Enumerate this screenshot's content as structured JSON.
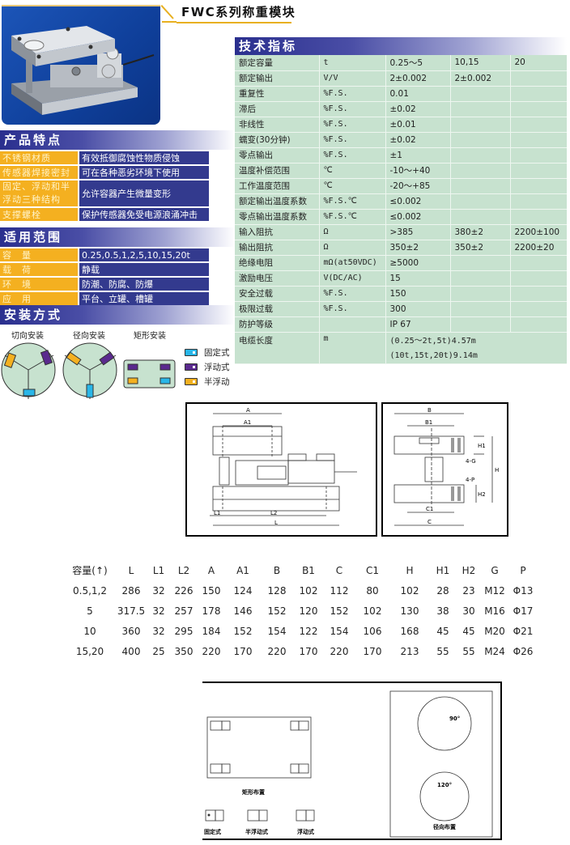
{
  "title": "FWC系列称重模块",
  "photo": {
    "alt": "FWC weighing module product photo"
  },
  "features": {
    "heading": "产品特点",
    "rows": [
      {
        "key": "不锈钢材质",
        "value": "有效抵御腐蚀性物质侵蚀"
      },
      {
        "key": "传感器焊接密封",
        "value": "可在各种恶劣环境下使用"
      },
      {
        "key": "固定、浮动和半浮动三种结构",
        "value": "允许容器产生微量变形"
      },
      {
        "key": "支撑螺栓",
        "value": "保护传感器免受电源浪涌冲击"
      }
    ]
  },
  "scope": {
    "heading": "适用范围",
    "rows": [
      {
        "key": "容　量",
        "value": "0.25,0.5,1,2,5,10,15,20t"
      },
      {
        "key": "载　荷",
        "value": "静载"
      },
      {
        "key": "环　境",
        "value": "防潮、防腐、防爆"
      },
      {
        "key": "应　用",
        "value": "平台、立罐、槽罐"
      }
    ]
  },
  "install": {
    "heading": "安装方式",
    "labels": [
      "切向安装",
      "径向安装",
      "矩形安装"
    ],
    "legend": [
      {
        "label": "固定式",
        "color": "#29b6e8"
      },
      {
        "label": "浮动式",
        "color": "#5a2a8e"
      },
      {
        "label": "半浮动",
        "color": "#f4b020"
      }
    ],
    "colors": {
      "circle_fill": "#c7e2cf",
      "fixed": "#29b6e8",
      "floating": "#5a2a8e",
      "semi": "#f4b020"
    }
  },
  "specs": {
    "heading": "技术指标",
    "rows": [
      [
        "额定容量",
        "t",
        "0.25～5",
        "10,15",
        "20"
      ],
      [
        "额定输出",
        "V/V",
        "2±0.002",
        "2±0.002",
        ""
      ],
      [
        "重复性",
        "%F.S.",
        "0.01",
        "",
        ""
      ],
      [
        "滞后",
        "%F.S.",
        "±0.02",
        "",
        ""
      ],
      [
        "非线性",
        "%F.S.",
        "±0.01",
        "",
        ""
      ],
      [
        "蠕变(30分钟)",
        "%F.S.",
        "±0.02",
        "",
        ""
      ],
      [
        "零点输出",
        "%F.S.",
        "±1",
        "",
        ""
      ],
      [
        "温度补偿范围",
        "℃",
        "-10～+40",
        "",
        ""
      ],
      [
        "工作温度范围",
        "℃",
        "-20～+85",
        "",
        ""
      ],
      [
        "额定输出温度系数",
        "%F.S.℃",
        "≤0.002",
        "",
        ""
      ],
      [
        "零点输出温度系数",
        "%F.S.℃",
        "≤0.002",
        "",
        ""
      ],
      [
        "输入阻抗",
        "Ω",
        ">385",
        "380±2",
        "2200±100"
      ],
      [
        "输出阻抗",
        "Ω",
        "350±2",
        "350±2",
        "2200±20"
      ],
      [
        "绝缘电阻",
        "mΩ(at50VDC)",
        "≥5000",
        "",
        ""
      ],
      [
        "激励电压",
        "V(DC/AC)",
        "15",
        "",
        ""
      ],
      [
        "安全过载",
        "%F.S.",
        "150",
        "",
        ""
      ],
      [
        "极限过载",
        "%F.S.",
        "300",
        "",
        ""
      ],
      [
        "防护等级",
        "",
        "IP 67",
        "",
        ""
      ]
    ],
    "cable": {
      "label": "电缆长度",
      "unit": "m",
      "line1": "(0.25～2t,5t)4.57m",
      "line2": "(10t,15t,20t)9.14m"
    }
  },
  "drawing_front": {
    "labels": {
      "A": "A",
      "A1": "A1",
      "L1": "L1",
      "L2": "L2",
      "L": "L"
    }
  },
  "drawing_side": {
    "labels": {
      "B": "B",
      "B1": "B1",
      "H1": "H1",
      "H": "H",
      "G": "4-G",
      "P": "4-P",
      "H2": "H2",
      "C1": "C1",
      "C": "C"
    }
  },
  "dimensions": {
    "headers": [
      "容量(↑)",
      "L",
      "L1",
      "L2",
      "A",
      "A1",
      "B",
      "B1",
      "C",
      "C1",
      "H",
      "H1",
      "H2",
      "G",
      "P"
    ],
    "rows": [
      [
        "0.5,1,2",
        "286",
        "32",
        "226",
        "150",
        "124",
        "128",
        "102",
        "112",
        "80",
        "102",
        "28",
        "23",
        "M12",
        "Φ13"
      ],
      [
        "5",
        "317.5",
        "32",
        "257",
        "178",
        "146",
        "152",
        "120",
        "152",
        "102",
        "130",
        "38",
        "30",
        "M16",
        "Φ17"
      ],
      [
        "10",
        "360",
        "32",
        "295",
        "184",
        "152",
        "154",
        "122",
        "154",
        "106",
        "168",
        "45",
        "45",
        "M20",
        "Φ21"
      ],
      [
        "15,20",
        "400",
        "25",
        "350",
        "220",
        "170",
        "220",
        "170",
        "220",
        "170",
        "213",
        "55",
        "55",
        "M24",
        "Φ26"
      ]
    ]
  },
  "layout_drawing": {
    "rect_caption": "矩形布置",
    "radial_caption": "径向布置",
    "angle_90": "90°",
    "angle_120": "120°",
    "legend": [
      "固定式",
      "半浮动式",
      "浮动式"
    ]
  }
}
